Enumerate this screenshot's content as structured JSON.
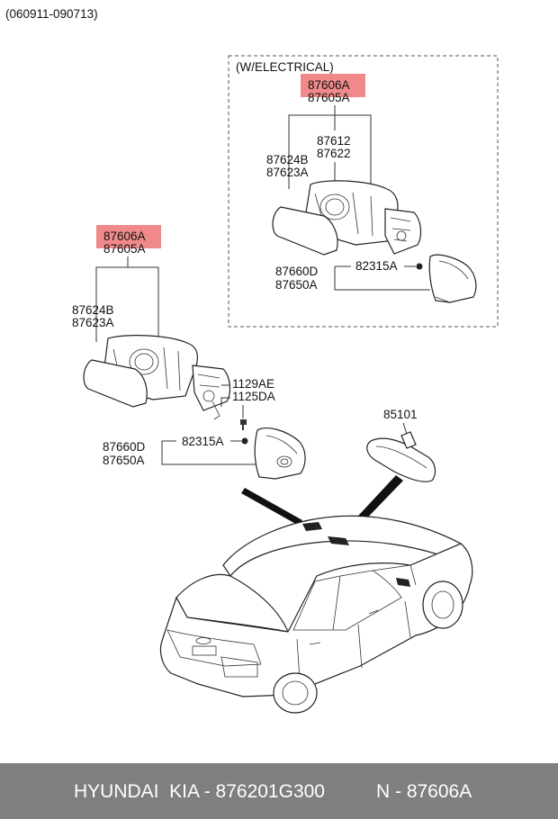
{
  "header": {
    "date_range": "(060911-090713)"
  },
  "electrical_box": {
    "title": "(W/ELECTRICAL)",
    "part_highlight": "87606A",
    "part_main": "87605A",
    "glass_a": "87612",
    "glass_b": "87622",
    "mirror_a": "87624B",
    "mirror_b": "87623A",
    "cover_a": "87660D",
    "cover_b": "87650A",
    "screw": "82315A"
  },
  "manual": {
    "part_highlight": "87606A",
    "part_main": "87605A",
    "mirror_a": "87624B",
    "mirror_b": "87623A",
    "bolt_a": "1129AE",
    "bolt_b": "1125DA",
    "cover_a": "87660D",
    "cover_b": "87650A",
    "screw": "82315A"
  },
  "inside_mirror": {
    "part": "85101"
  },
  "colors": {
    "highlight": "#f08a8a",
    "footer_bg": "#7f7f7f",
    "footer_text": "#ffffff"
  },
  "footer": {
    "left": "HYUNDAI  KIA - 876201G300",
    "right": "N - 87606A"
  }
}
